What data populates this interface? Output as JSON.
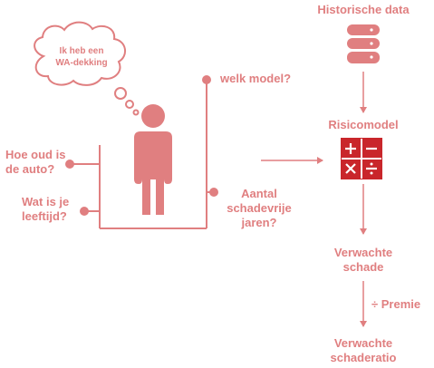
{
  "colors": {
    "primary": "#e07f80",
    "accent": "#c9262b",
    "outline_fill": "#ffffff"
  },
  "thought_bubble": {
    "line1": "Ik heb een",
    "line2": "WA-dekking"
  },
  "questions": {
    "car_age_line1": "Hoe oud is",
    "car_age_line2": "de auto?",
    "age_line1": "Wat is je",
    "age_line2": "leeftijd?",
    "model": "welk model?",
    "claimfree_line1": "Aantal",
    "claimfree_line2": "schadevrije",
    "claimfree_line3": "jaren?"
  },
  "flow": {
    "historical_data": "Historische data",
    "risk_model": "Risicomodel",
    "expected_damage_line1": "Verwachte",
    "expected_damage_line2": "schade",
    "divide_symbol": "÷",
    "premium": "Premie",
    "expected_ratio_line1": "Verwachte",
    "expected_ratio_line2": "schaderatio"
  },
  "icons": {
    "database": "database-icon",
    "calculator": "calculator-icon",
    "person": "person-icon",
    "thought_bubble": "thought-bubble-icon"
  }
}
